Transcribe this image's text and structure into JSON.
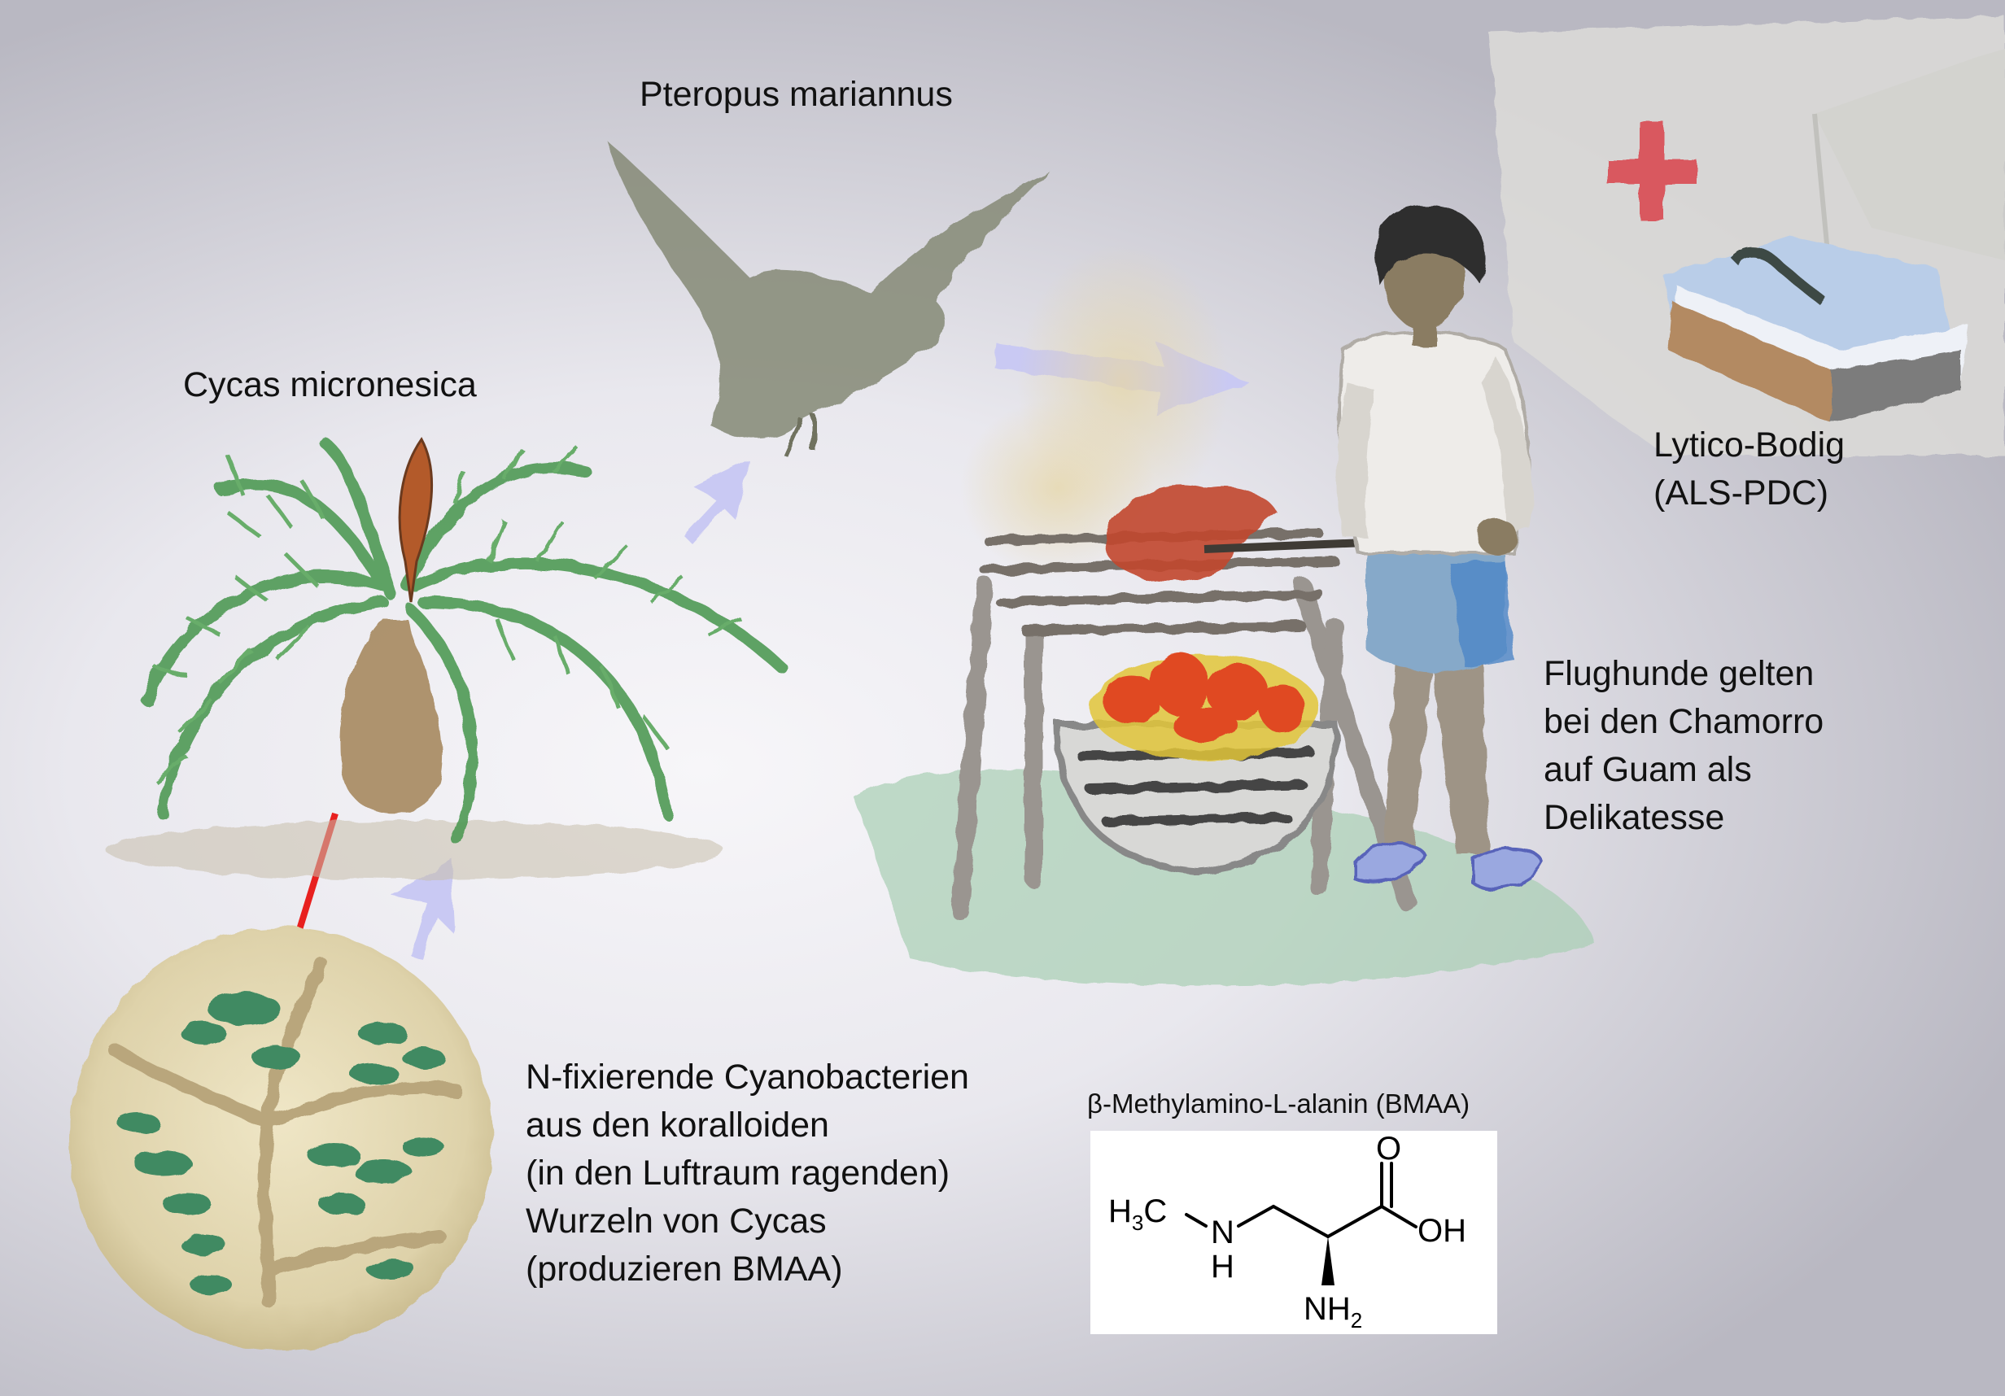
{
  "labels": {
    "cycas": "Cycas micronesica",
    "bat": "Pteropus mariannus",
    "lytico": [
      "Lytico-Bodig",
      "(ALS-PDC)"
    ],
    "flughunde": [
      "Flughunde gelten",
      "bei den Chamorro",
      "auf Guam als",
      "Delikatesse"
    ],
    "cyano": [
      "N-fixierende Cyanobacterien",
      "aus den koralloiden",
      "(in den Luftraum ragenden)",
      "Wurzeln von Cycas",
      "(produzieren BMAA)"
    ]
  },
  "bmaa": {
    "caption": "β-Methylamino-L-alanin (BMAA)",
    "atoms": {
      "h3c_h": "H",
      "h3c_sub": "3",
      "h3c_c": "C",
      "n": "N",
      "nh_h": "H",
      "o": "O",
      "oh": "OH",
      "nh2_nh": "NH",
      "nh2_sub": "2"
    }
  },
  "colors": {
    "flow_arrow": "#c9c9f3",
    "red_arrow": "#e8201f",
    "red_cross": "#d9595e",
    "leaf_green": "#4f9a55",
    "cone_orange": "#b35a2a",
    "fire_red": "#e04a24",
    "fire_yellow": "#e2c53b",
    "bat_gray": "#8a8e7c"
  }
}
